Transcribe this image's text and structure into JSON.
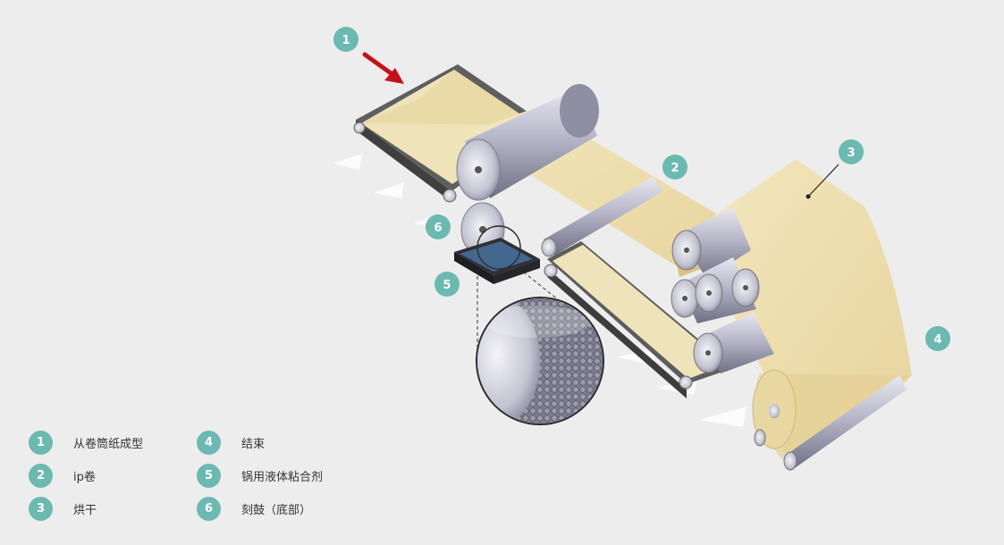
{
  "callouts": [
    "1",
    "2",
    "3",
    "4",
    "5",
    "6"
  ],
  "legend": [
    {
      "number": "1",
      "label": "从卷筒纸成型"
    },
    {
      "number": "2",
      "label": "ip卷"
    },
    {
      "number": "3",
      "label": "烘干"
    },
    {
      "number": "4",
      "label": "结束"
    },
    {
      "number": "5",
      "label": "锅用液体粘合剂"
    },
    {
      "number": "6",
      "label": "刻鼓（底部）"
    }
  ],
  "colors": {
    "background": "#ededed",
    "badge": "#6cb9b1",
    "paper": "#eedfae",
    "paper_shade": "#d9c48a",
    "conveyor": "#6e6e6e",
    "roller": "#b3b3c6",
    "arrow": "#c4121c",
    "flow_arrow": "#ffffff"
  }
}
